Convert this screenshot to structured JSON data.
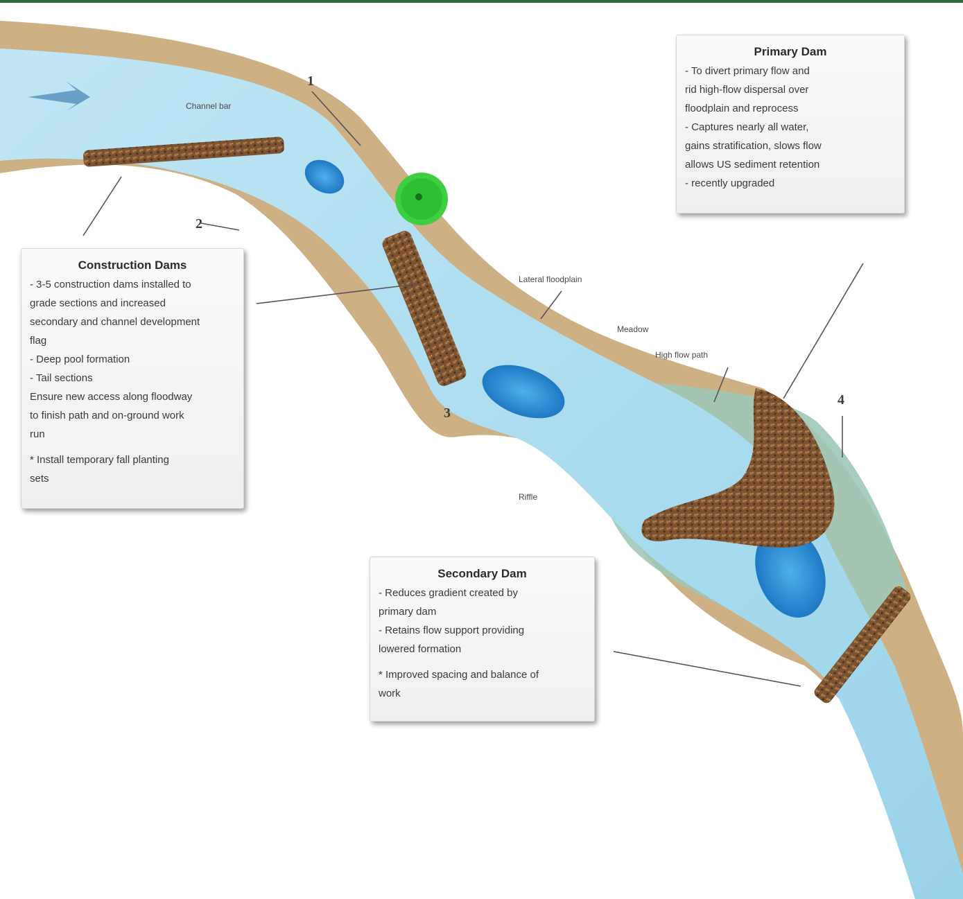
{
  "callouts": {
    "primary": {
      "title": "Primary Dam",
      "body": "- To divert primary flow and\nrid high-flow dispersal over\nfloodplain and reprocess\n- Captures nearly all water,\ngains stratification, slows flow\nallows US sediment retention\n- recently upgraded"
    },
    "construction": {
      "title": "Construction Dams",
      "body": "- 3-5 construction dams installed to\ngrade sections and increased\nsecondary and channel development\nflag\n- Deep pool formation\n- Tail sections\nEnsure new access along floodway\nto finish path and on-ground work\nrun",
      "note": "* Install temporary fall planting\nsets"
    },
    "secondary": {
      "title": "Secondary Dam",
      "body": "- Reduces gradient created by\nprimary dam\n- Retains flow support providing\nlowered formation",
      "note": "* Improved spacing and balance of\nwork"
    }
  },
  "labels": {
    "upper_channel": "Channel bar",
    "lower_floodplain": "Lateral floodplain",
    "meadow": "Meadow",
    "high_flow": "High flow path",
    "riffle": "Riffle"
  },
  "markers": {
    "m1": "1",
    "m2": "2",
    "m3": "3",
    "m4": "4"
  },
  "colors": {
    "water": "#a9dcef",
    "deep_pool": "#2f8fd6",
    "bank": "#c7a97a",
    "floodplain": "#9cc7b8",
    "log": "#6e4a2e",
    "tree": "#3ecf3e"
  },
  "icons": {
    "tree": "tree-icon",
    "compass": "north-arrow-icon"
  }
}
